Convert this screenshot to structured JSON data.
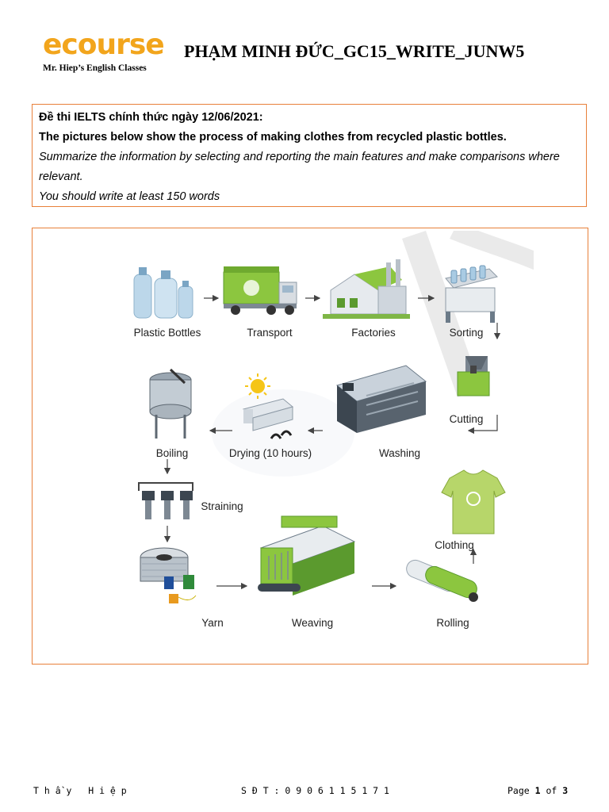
{
  "header": {
    "logo_text": "ecourse",
    "logo_subtitle": "Mr. Hiep’s English Classes",
    "title": "PHẠM MINH ĐỨC_GC15_WRITE_JUNW5"
  },
  "task": {
    "exam_line": "Đề thi IELTS chính thức ngày 12/06/2021:",
    "prompt": "The pictures below show the process of making clothes from recycled plastic bottles.",
    "instruction": "Summarize the information by selecting and reporting the main features and make comparisons where relevant.",
    "word_count": "You should write at least 150 words"
  },
  "diagram": {
    "steps": {
      "plastic_bottles": "Plastic Bottles",
      "transport": "Transport",
      "factories": "Factories",
      "sorting": "Sorting",
      "cutting": "Cutting",
      "washing": "Washing",
      "drying": "Drying (10 hours)",
      "boiling": "Boiling",
      "straining": "Straining",
      "yarn": "Yarn",
      "weaving": "Weaving",
      "rolling": "Rolling",
      "clothing": "Clothing"
    },
    "colors": {
      "green": "#8cc63f",
      "dark_green": "#5b9a2e",
      "grey": "#6b7a88",
      "light_grey": "#c9d2db"
    }
  },
  "footer": {
    "author": "T h ầ y   H i ệ p",
    "phone": "S Đ T : 0 9 0 6 1 1 5 1 7 1",
    "page_prefix": "Page ",
    "page_current": "1",
    "page_of": " of ",
    "page_total": "3"
  }
}
